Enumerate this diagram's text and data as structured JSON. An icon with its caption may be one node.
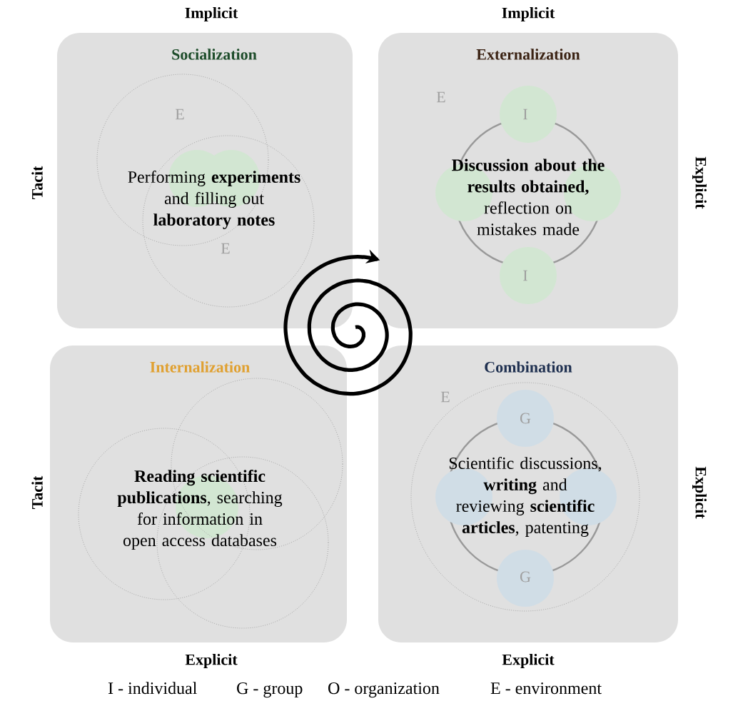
{
  "diagram": {
    "nodes": [
      {
        "text": [
          "Socialization",
          "Performing **experiments** and filling out **laboratory notes**"
        ]
      },
      {
        "text": [
          "Externalization",
          "**Discussion about the results obtained,** reflection on mistakes made"
        ]
      },
      {
        "text": [
          "Internalization",
          "**Reading scientific publications**, searching for information in open access databases"
        ]
      },
      {
        "text": [
          "Combination",
          "Scientific discussions, **writing** and reviewing **scientific articles**, patenting"
        ]
      }
    ],
    "edges": [],
    "labels": [
      "Implicit",
      "Implicit",
      "Tacit",
      "Explicit",
      "E",
      "E",
      "E",
      "I",
      "I",
      "Tacit",
      "Explicit",
      "E",
      "G",
      "G",
      "Explicit",
      "Explicit",
      "I - individual",
      "G - group",
      "O - organization",
      "E - environment"
    ]
  }
}
